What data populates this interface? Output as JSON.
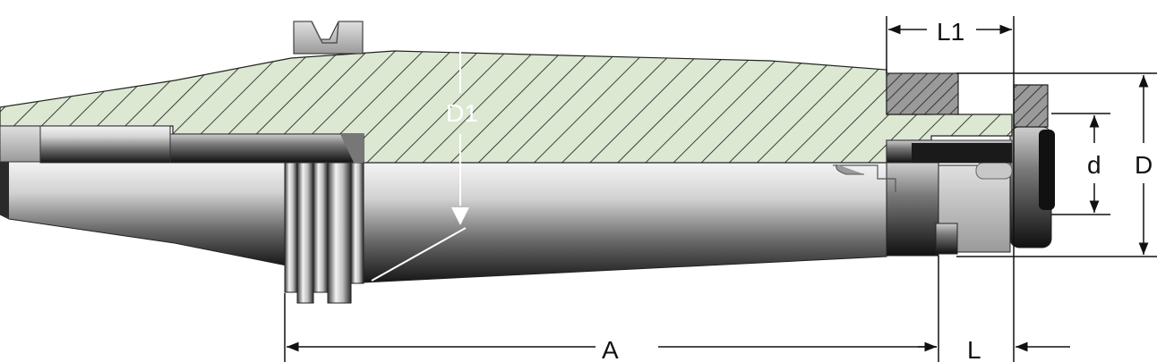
{
  "drawing": {
    "labels": {
      "a": "A",
      "l": "L",
      "l1": "L1",
      "d": "d",
      "d_outer": "D",
      "d1": "D1"
    },
    "colors": {
      "section_fill": "#dce8d2",
      "hatch": "#2b2b2b",
      "dimension_line": "#111111",
      "d1_marker": "#ffffff"
    }
  }
}
